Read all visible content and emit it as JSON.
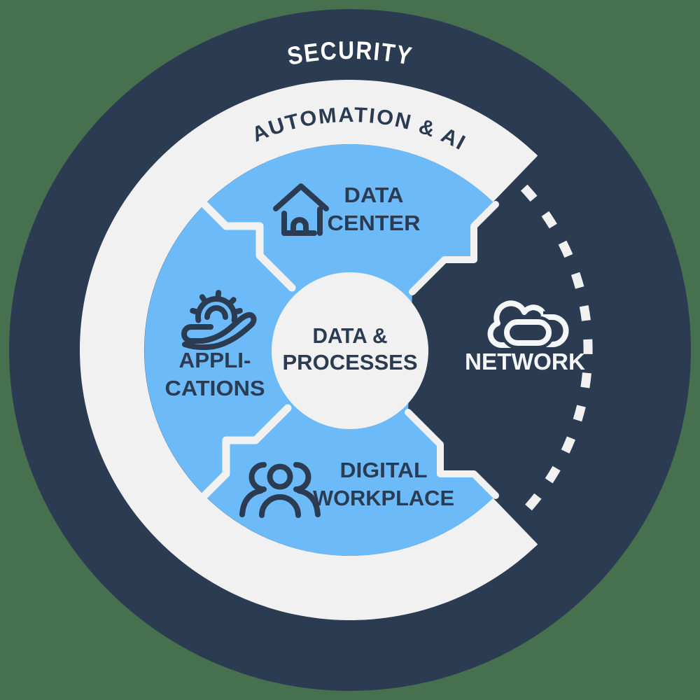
{
  "diagram": {
    "outer_ring": {
      "label": "SECURITY"
    },
    "middle_ring": {
      "label": "AUTOMATION & AI"
    },
    "center": {
      "label_line1": "DATA &",
      "label_line2": "PROCESSES"
    },
    "segments": [
      {
        "id": "data-center",
        "label_line1": "DATA",
        "label_line2": "CENTER",
        "icon": "data-center-house-icon"
      },
      {
        "id": "applications",
        "label_line1": "APPLI-",
        "label_line2": "CATIONS",
        "icon": "hand-gear-icon"
      },
      {
        "id": "digital-workplace",
        "label_line1": "DIGITAL",
        "label_line2": "WORKPLACE",
        "icon": "people-group-icon"
      },
      {
        "id": "network",
        "label": "NETWORK",
        "icon": "cloud-link-icon"
      }
    ],
    "colors": {
      "navy": "#2b3b52",
      "light_blue": "#6cbaf7",
      "off_white": "#f1f1f2",
      "background_green": "#47704e",
      "text_light": "#ffffff"
    }
  }
}
